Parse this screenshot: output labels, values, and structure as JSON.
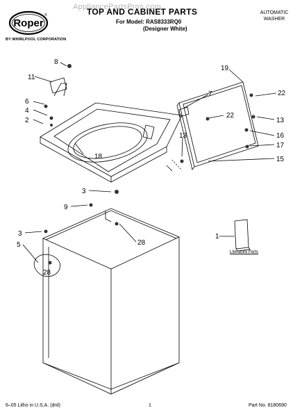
{
  "watermark": "AppliancePartsPros.com",
  "brand": {
    "logo_text": "Roper",
    "registered_mark": "®",
    "subtitle": "BY WHIRLPOOL CORPORATION"
  },
  "header": {
    "title": "TOP AND CABINET PARTS",
    "model_line": "For Model: RAS8333RQ0",
    "variant_line": "(Designer White)",
    "product_type_line1": "AUTOMATIC",
    "product_type_line2": "WASHER"
  },
  "callouts": [
    "8",
    "11",
    "6",
    "4",
    "2",
    "7",
    "18",
    "19",
    "22",
    "22",
    "13",
    "13",
    "16",
    "17",
    "15",
    "3",
    "9",
    "28",
    "3",
    "5",
    "28",
    "1"
  ],
  "literature_label": "Literature Parts",
  "footer": {
    "left": "6–05 Litho in U.S.A. (drd)",
    "page": "1",
    "part_no": "Part No. 8180690"
  }
}
